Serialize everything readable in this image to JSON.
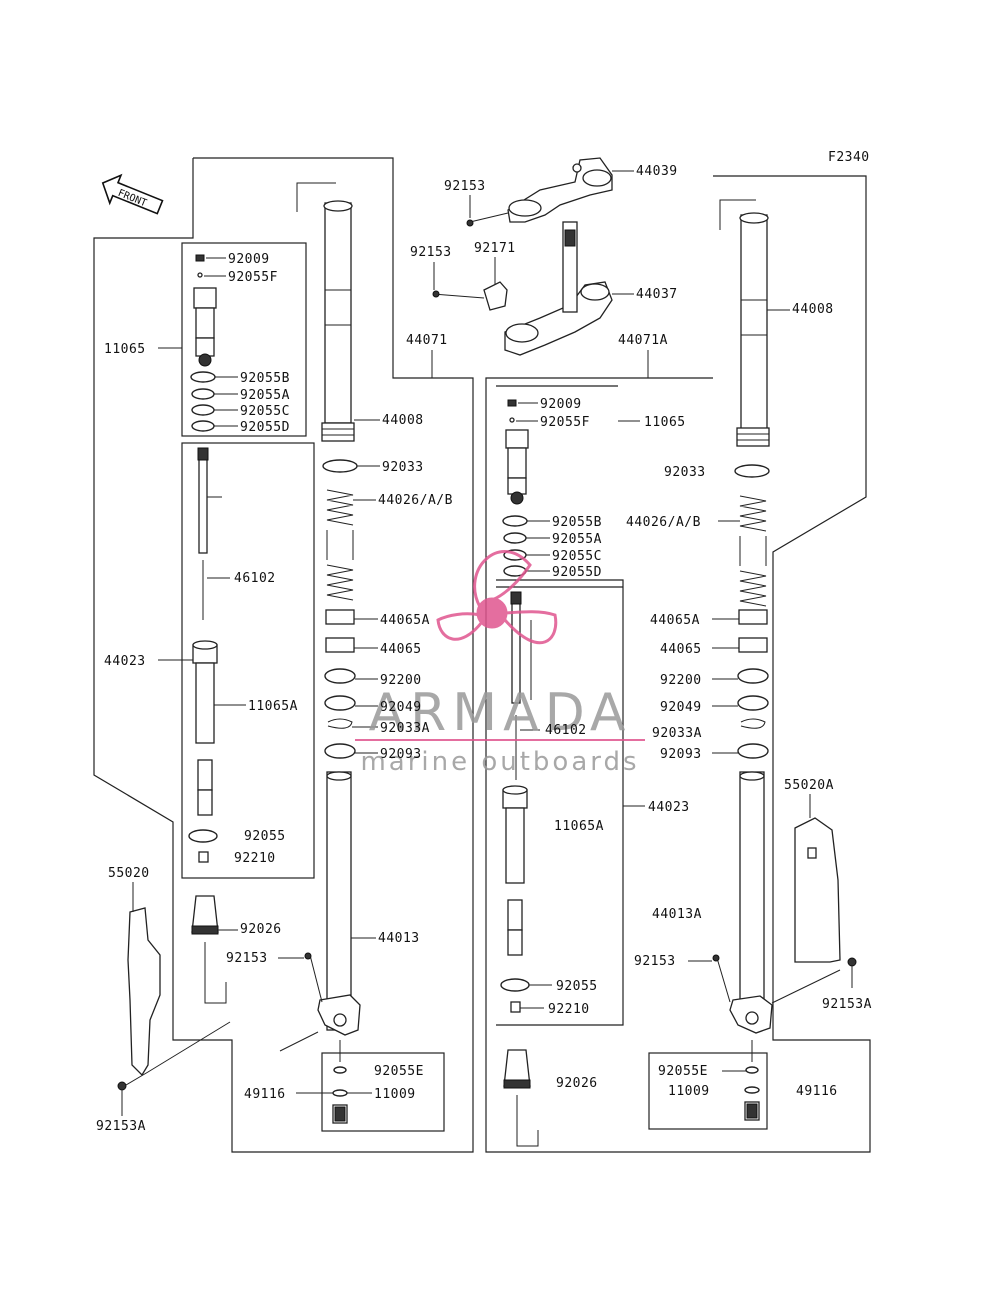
{
  "figure_code": "F2340",
  "front_label": "FRONT",
  "watermark": {
    "brand": "ARMADA",
    "tagline": "marine outboards",
    "color": "#e0558f"
  },
  "labels": {
    "l44039": "44039",
    "l92153_top": "92153",
    "l92171": "92171",
    "l92153_mid": "92153",
    "l44037": "44037",
    "l44071": "44071",
    "l44071A": "44071A",
    "l44008_left": "44008",
    "l44008_right": "44008",
    "l92009_left": "92009",
    "l92055F_left": "92055F",
    "l11065_left": "11065",
    "l92055B_left": "92055B",
    "l92055A_left": "92055A",
    "l92055C_left": "92055C",
    "l92055D_left": "92055D",
    "l92033_left": "92033",
    "l44026_left": "44026/A/B",
    "l46102_left": "46102",
    "l44065A_left": "44065A",
    "l44065_left": "44065",
    "l44023_left": "44023",
    "l92200_left": "92200",
    "l11065A_left": "11065A",
    "l92049_left": "92049",
    "l92033A_left": "92033A",
    "l92093_left": "92093",
    "l92055_left": "92055",
    "l92210_left": "92210",
    "l55020": "55020",
    "l92026_left": "92026",
    "l44013": "44013",
    "l92153_left": "92153",
    "l92055E_left": "92055E",
    "l49116_left": "49116",
    "l11009_left": "11009",
    "l92153A_left": "92153A",
    "l92009_right": "92009",
    "l92055F_right": "92055F",
    "l11065_right": "11065",
    "l92033_right": "92033",
    "l92055B_right": "92055B",
    "l44026_right": "44026/A/B",
    "l92055A_right": "92055A",
    "l92055C_right": "92055C",
    "l92055D_right": "92055D",
    "l44065A_right": "44065A",
    "l44065_right": "44065",
    "l92200_right": "92200",
    "l92049_right": "92049",
    "l46102_right": "46102",
    "l92033A_right": "92033A",
    "l92093_right": "92093",
    "l55020A": "55020A",
    "l44023_right": "44023",
    "l11065A_right": "11065A",
    "l44013A": "44013A",
    "l92153_right": "92153",
    "l92153A_right": "92153A",
    "l92055_right": "92055",
    "l92210_right": "92210",
    "l92026_right": "92026",
    "l92055E_right": "92055E",
    "l11009_right": "11009",
    "l49116_right": "49116"
  }
}
